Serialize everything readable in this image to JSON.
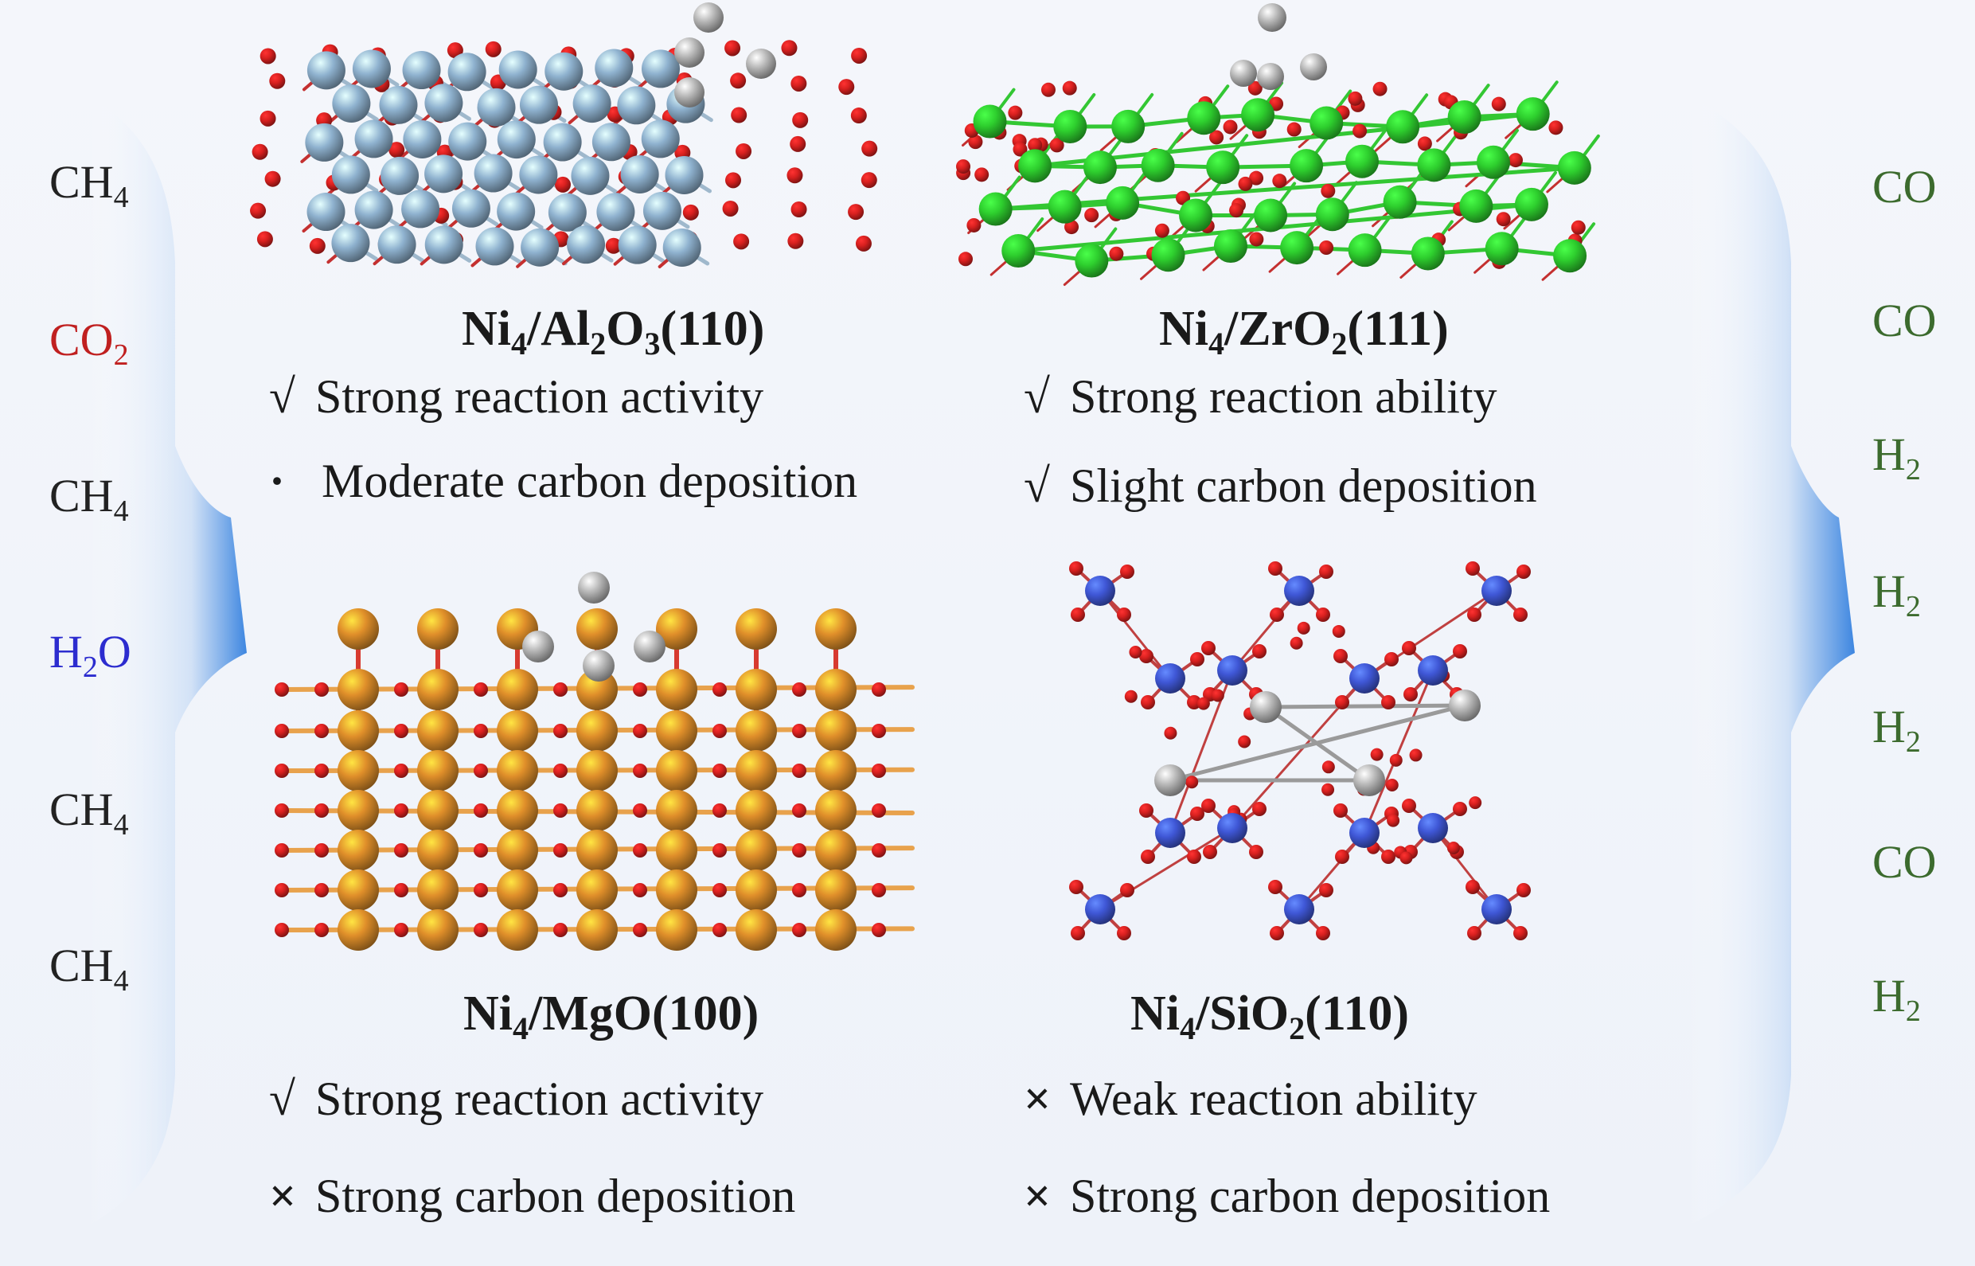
{
  "colors": {
    "ch4": "#222222",
    "co2": "#c02020",
    "h2o": "#2c2ccf",
    "product": "#3c6b2e",
    "oxygen": "#d8201f",
    "aluminum": "#8fb2cf",
    "zirconium": "#2ecf2e",
    "magnesium": "#e08f2a",
    "silicon": "#3f57d6",
    "carbon": "#b8b8b8",
    "arrow": "#4a8ee0"
  },
  "reactants": [
    {
      "main": "CH",
      "sub": "4",
      "tail": "",
      "color": "#222222"
    },
    {
      "main": "CO",
      "sub": "2",
      "tail": "",
      "color": "#c02020"
    },
    {
      "main": "CH",
      "sub": "4",
      "tail": "",
      "color": "#222222"
    },
    {
      "main": "H",
      "sub": "2",
      "tail": "O",
      "color": "#2c2ccf"
    },
    {
      "main": "CH",
      "sub": "4",
      "tail": "",
      "color": "#222222"
    },
    {
      "main": "CH",
      "sub": "4",
      "tail": "",
      "color": "#222222"
    }
  ],
  "products": [
    {
      "main": "CO",
      "sub": ""
    },
    {
      "main": "CO",
      "sub": ""
    },
    {
      "main": "H",
      "sub": "2"
    },
    {
      "main": "H",
      "sub": "2"
    },
    {
      "main": "H",
      "sub": "2"
    },
    {
      "main": "CO",
      "sub": ""
    },
    {
      "main": "H",
      "sub": "2"
    }
  ],
  "panels": {
    "al2o3": {
      "title": {
        "a": "Ni",
        "b": "4",
        "c": "/Al",
        "d": "2",
        "e": "O",
        "f": "3",
        "g": "(110)"
      },
      "features": [
        {
          "mark": "√",
          "text": "Strong reaction activity"
        },
        {
          "mark": "·",
          "text": "Moderate carbon deposition"
        }
      ]
    },
    "zro2": {
      "title": {
        "a": "Ni",
        "b": "4",
        "c": "/ZrO",
        "d": "2",
        "e": "(111)"
      },
      "features": [
        {
          "mark": "√",
          "text": "Strong reaction ability"
        },
        {
          "mark": "√",
          "text": "Slight carbon deposition"
        }
      ]
    },
    "mgo": {
      "title": {
        "a": "Ni",
        "b": "4",
        "c": "/MgO(100)"
      },
      "features": [
        {
          "mark": "√",
          "text": "Strong reaction activity"
        },
        {
          "mark": "×",
          "text": "Strong carbon deposition"
        }
      ]
    },
    "sio2": {
      "title": {
        "a": "Ni",
        "b": "4",
        "c": "/SiO",
        "d": "2",
        "e": "(110)"
      },
      "features": [
        {
          "mark": "×",
          "text": "Weak reaction ability"
        },
        {
          "mark": "×",
          "text": "Strong carbon deposition"
        }
      ]
    }
  }
}
